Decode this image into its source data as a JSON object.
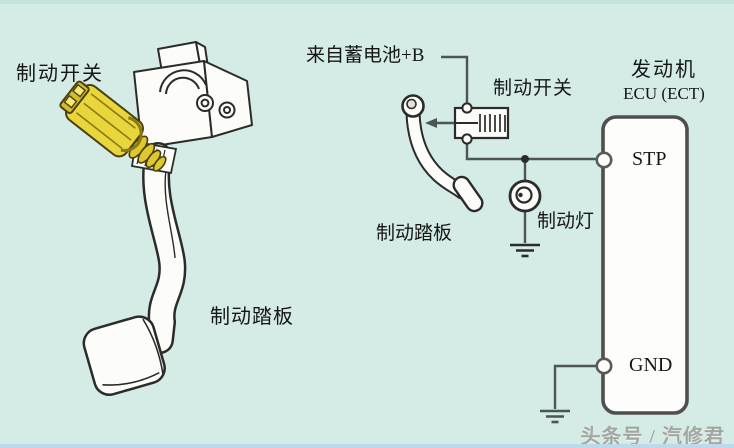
{
  "colors": {
    "background": "#d5ebe6",
    "line_art": "#2b2b2b",
    "wire": "#4d5456",
    "ecu_border": "#4f4f4f",
    "switch_yellow": "#e9d63d",
    "switch_yellow_dark": "#cdb52c",
    "watermark_gray": "#a2a8a0"
  },
  "pedal_illustration": {
    "brake_switch_label": "制动开关",
    "brake_pedal_label": "制动踏板"
  },
  "circuit_diagram": {
    "battery_label": "来自蓄电池+B",
    "brake_switch_label": "制动开关",
    "brake_pedal_label": "制动踏板",
    "brake_light_label": "制动灯",
    "ecu_title_line1": "发动机",
    "ecu_title_line2": "ECU (ECT)",
    "terminals": [
      {
        "name": "STP"
      },
      {
        "name": "GND"
      }
    ]
  },
  "watermark": {
    "text": "头条号 / 汽修君"
  }
}
